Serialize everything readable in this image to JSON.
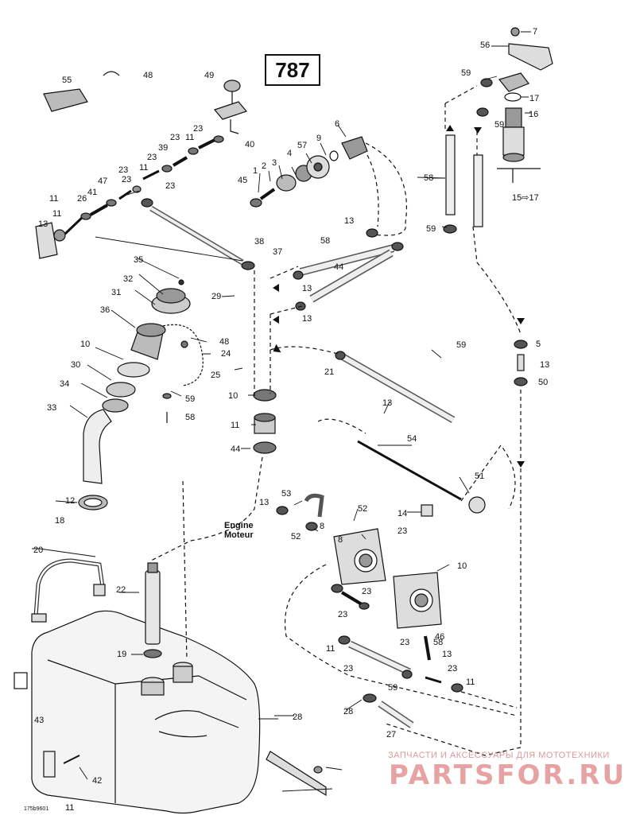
{
  "page_number": "787",
  "reference_code": "175b9601",
  "engine_label": [
    "Engine",
    "Moteur"
  ],
  "watermark": {
    "tagline": "ЗАПЧАСТИ И АКСЕССУАРЫ ДЛЯ МОТОТЕХНИКИ",
    "brand": "PARTSFOR.RU"
  },
  "part_callouts": [
    "7",
    "56",
    "59",
    "17",
    "16",
    "59",
    "15⇨17",
    "58",
    "59",
    "6",
    "9",
    "57",
    "4",
    "3",
    "2",
    "1",
    "45",
    "55",
    "48",
    "49",
    "40",
    "23",
    "11",
    "23",
    "39",
    "23",
    "11",
    "23",
    "47",
    "23",
    "23",
    "11",
    "26",
    "41",
    "11",
    "13",
    "38",
    "37",
    "35",
    "32",
    "31",
    "36",
    "10",
    "30",
    "34",
    "33",
    "48",
    "24",
    "25",
    "59",
    "58",
    "13",
    "58",
    "13",
    "44",
    "13",
    "29",
    "21",
    "10",
    "11",
    "44",
    "13",
    "59",
    "5",
    "13",
    "50",
    "54",
    "51",
    "14",
    "13",
    "53",
    "52",
    "8",
    "23",
    "52",
    "8",
    "10",
    "12",
    "18",
    "20",
    "22",
    "19",
    "28",
    "43",
    "42",
    "11",
    "23",
    "23",
    "11",
    "23",
    "23",
    "46",
    "13",
    "23",
    "11",
    "59",
    "58",
    "28",
    "27"
  ]
}
